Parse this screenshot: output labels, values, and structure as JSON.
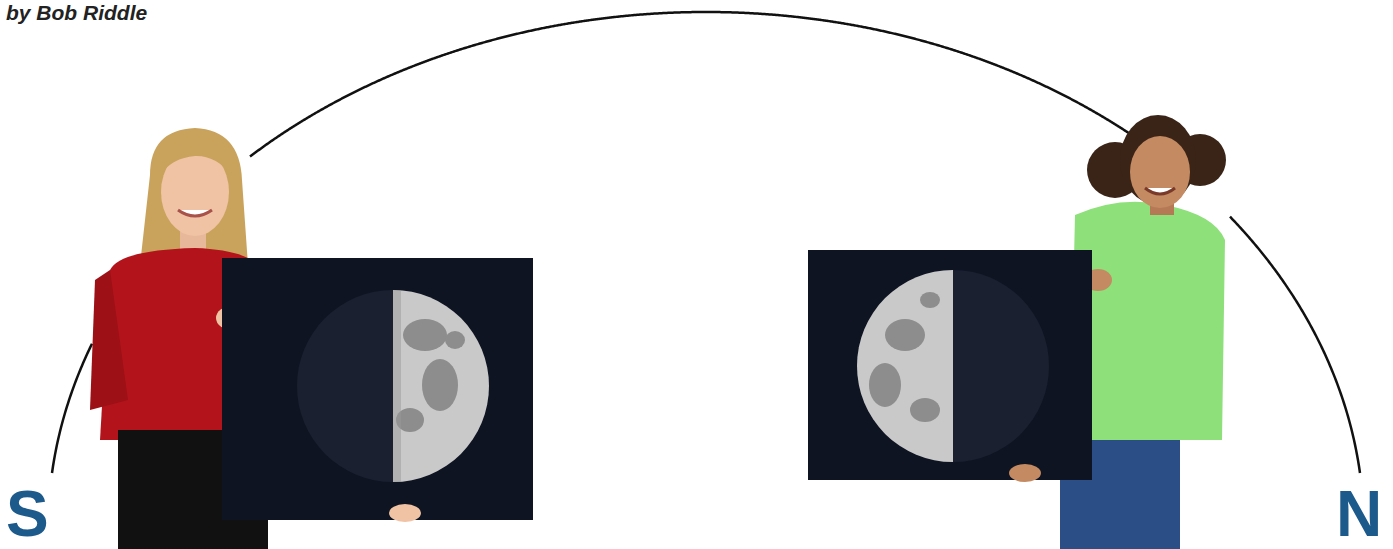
{
  "diagram": {
    "labels": [
      "by Bob Riddle",
      "S",
      "N"
    ]
  }
}
